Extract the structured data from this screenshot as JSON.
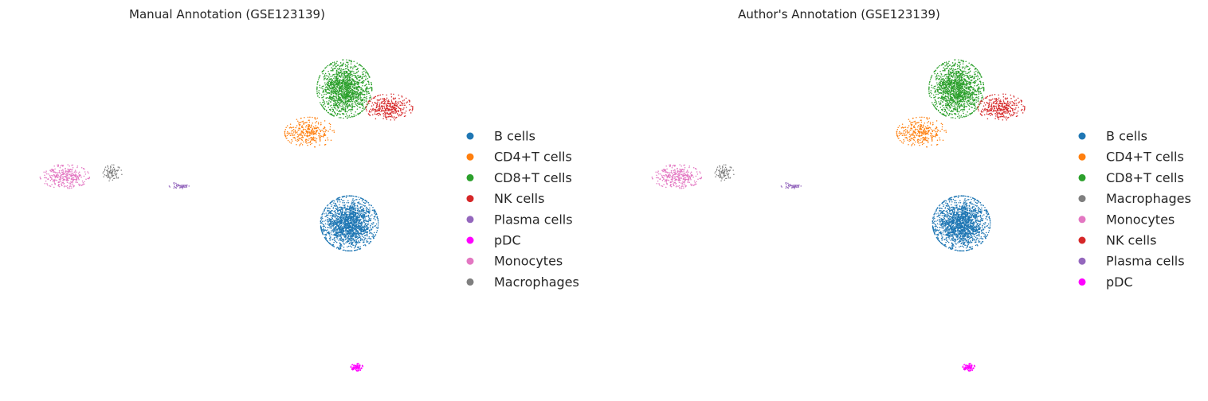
{
  "chart_data": [
    {
      "type": "scatter",
      "title": "Manual Annotation (GSE123139)",
      "xlabel": "",
      "ylabel": "",
      "axes_visible": false,
      "grid": false,
      "legend_position": "right",
      "series": [
        {
          "name": "B cells",
          "color": "#1f77b4",
          "center": [
            6.2,
            -1.8
          ],
          "spread": [
            1.05,
            0.8
          ],
          "n": 1800
        },
        {
          "name": "CD4+T cells",
          "color": "#ff7f0e",
          "center": [
            4.6,
            1.1
          ],
          "spread": [
            0.9,
            0.45
          ],
          "n": 320
        },
        {
          "name": "CD8+T cells",
          "color": "#2ca02c",
          "center": [
            6.0,
            2.5
          ],
          "spread": [
            1.0,
            0.85
          ],
          "n": 1500
        },
        {
          "name": "NK cells",
          "color": "#d62728",
          "center": [
            7.8,
            1.9
          ],
          "spread": [
            0.85,
            0.4
          ],
          "n": 340
        },
        {
          "name": "Plasma cells",
          "color": "#9467bd",
          "center": [
            -0.6,
            -0.6
          ],
          "spread": [
            0.38,
            0.1
          ],
          "n": 50
        },
        {
          "name": "pDC",
          "color": "#ff00ff",
          "center": [
            6.5,
            -6.4
          ],
          "spread": [
            0.22,
            0.11
          ],
          "n": 100
        },
        {
          "name": "Monocytes",
          "color": "#e377c2",
          "center": [
            -5.2,
            -0.3
          ],
          "spread": [
            0.9,
            0.35
          ],
          "n": 320
        },
        {
          "name": "Macrophages",
          "color": "#7f7f7f",
          "center": [
            -3.3,
            -0.2
          ],
          "spread": [
            0.35,
            0.25
          ],
          "n": 90
        }
      ]
    },
    {
      "type": "scatter",
      "title": "Author's Annotation (GSE123139)",
      "xlabel": "",
      "ylabel": "",
      "axes_visible": false,
      "grid": false,
      "legend_position": "right",
      "series": [
        {
          "name": "B cells",
          "color": "#1f77b4",
          "center": [
            6.2,
            -1.8
          ],
          "spread": [
            1.05,
            0.8
          ],
          "n": 1800
        },
        {
          "name": "CD4+T cells",
          "color": "#ff7f0e",
          "center": [
            4.6,
            1.1
          ],
          "spread": [
            0.9,
            0.45
          ],
          "n": 320
        },
        {
          "name": "CD8+T cells",
          "color": "#2ca02c",
          "center": [
            6.0,
            2.5
          ],
          "spread": [
            1.0,
            0.85
          ],
          "n": 1500
        },
        {
          "name": "Macrophages",
          "color": "#7f7f7f",
          "center": [
            -3.3,
            -0.2
          ],
          "spread": [
            0.35,
            0.25
          ],
          "n": 90
        },
        {
          "name": "Monocytes",
          "color": "#e377c2",
          "center": [
            -5.2,
            -0.3
          ],
          "spread": [
            0.9,
            0.35
          ],
          "n": 320
        },
        {
          "name": "NK cells",
          "color": "#d62728",
          "center": [
            7.8,
            1.9
          ],
          "spread": [
            0.85,
            0.4
          ],
          "n": 340
        },
        {
          "name": "Plasma cells",
          "color": "#9467bd",
          "center": [
            -0.6,
            -0.6
          ],
          "spread": [
            0.38,
            0.1
          ],
          "n": 50
        },
        {
          "name": "pDC",
          "color": "#ff00ff",
          "center": [
            6.5,
            -6.4
          ],
          "spread": [
            0.22,
            0.11
          ],
          "n": 100
        }
      ]
    }
  ]
}
